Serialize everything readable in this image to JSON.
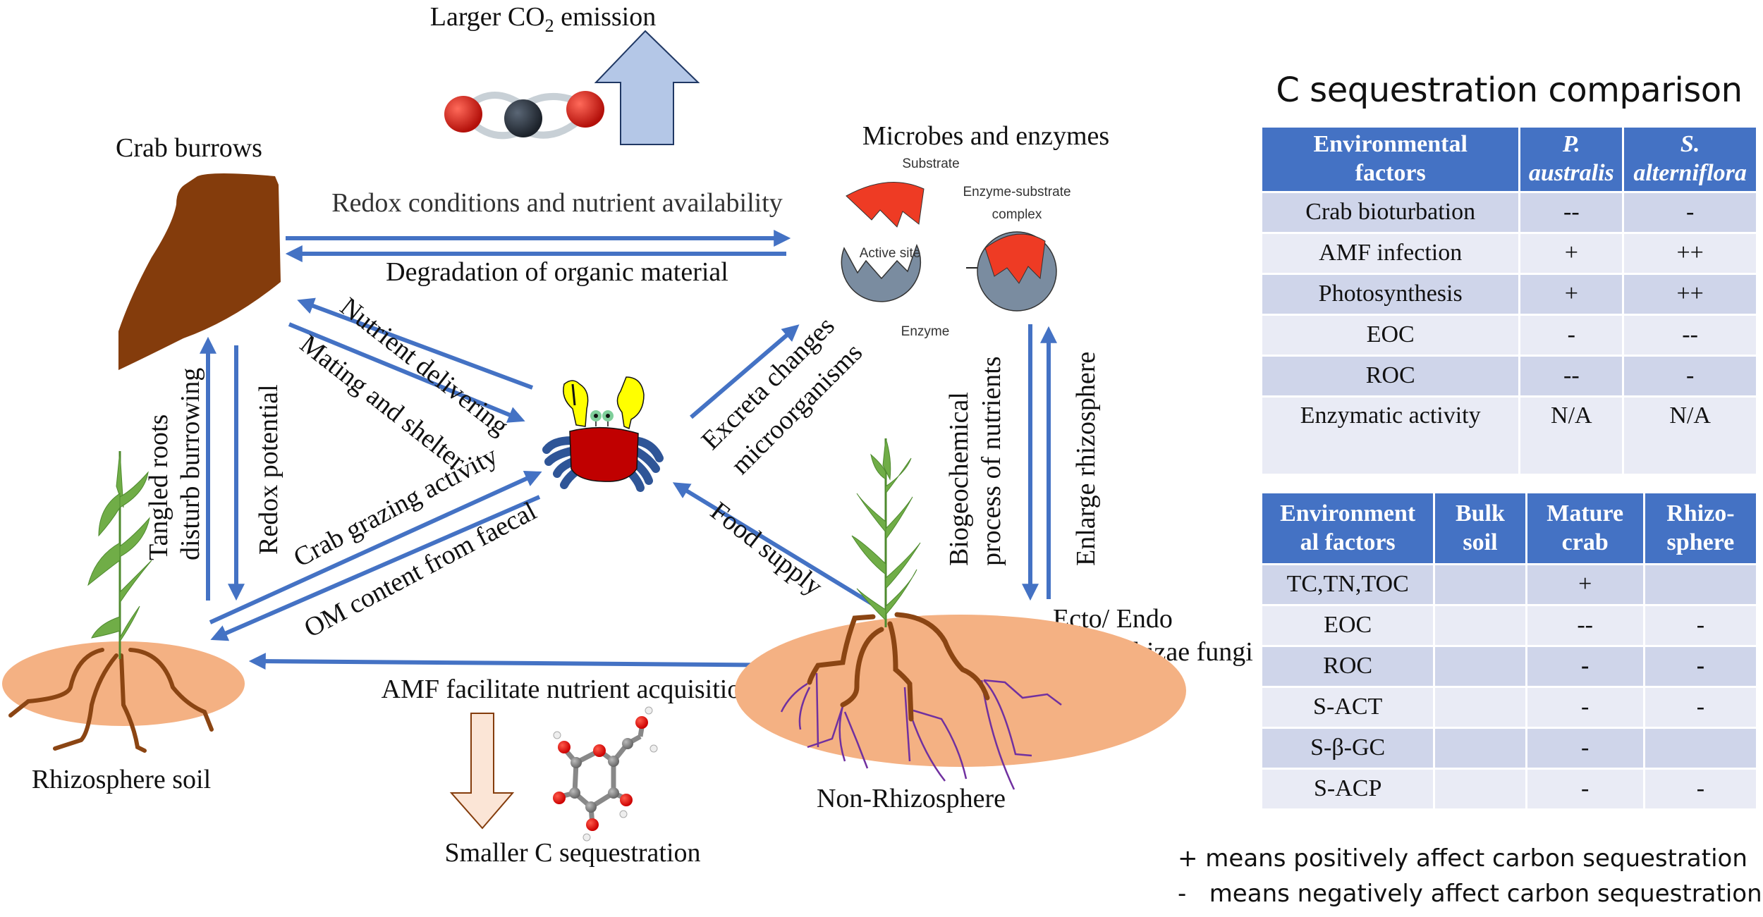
{
  "diagram": {
    "co2_label_pre": "Larger CO",
    "co2_label_sub": "2",
    "co2_label_post": " emission",
    "crab_burrows": "Crab burrows",
    "microbes_enzymes": "Microbes and enzymes",
    "enzyme_diagram": {
      "substrate": "Substrate",
      "active_site": "Active site",
      "enzyme": "Enzyme",
      "complex_line1": "Enzyme-substrate",
      "complex_line2": "complex"
    },
    "redox_conditions": "Redox conditions and nutrient availability",
    "degradation": "Degradation of organic material",
    "nutrient_delivering": "Nutrient delivering",
    "mating_shelter": "Mating and shelter",
    "tangled_roots_line1": "Tangled roots",
    "tangled_roots_line2": "disturb burrowing",
    "redox_potential": "Redox potential",
    "crab_grazing": "Crab grazing activity",
    "om_content": "OM content  from faecal",
    "excreta_line1": "Excreta changes",
    "excreta_line2": "microorganisms",
    "food_supply": "Food supply",
    "biogeochemical_line1": "Biogeochemical",
    "biogeochemical_line2": "process  of nutrients",
    "enlarge_rhizosphere": "Enlarge rhizosphere",
    "ecto_endo_line1": "Ecto/ Endo",
    "ecto_endo_line2": "Mycorrhizae  fungi",
    "amf_facilitate": "AMF facilitate nutrient acquisition",
    "rhizosphere_soil": "Rhizosphere  soil",
    "non_rhizosphere": "Non-Rhizosphere",
    "smaller_c": "Smaller C sequestration",
    "colors": {
      "arrow": "#4472C4",
      "burrow": "#843C0C",
      "soil": "#F4B183",
      "root": "#8B4513",
      "leaf": "#70AD47",
      "substrate": "#EE3B24",
      "enzyme": "#7A8CA0",
      "crab_body": "#C00000",
      "crab_claw": "#FFFF00",
      "crab_leg": "#2F5597"
    }
  },
  "table1": {
    "title": "C sequestration comparison",
    "headers": [
      {
        "line1": "Environmental",
        "line2": "factors"
      },
      {
        "line1": "P.",
        "line2": "australis"
      },
      {
        "line1": "S.",
        "line2": "alterniflora"
      }
    ],
    "rows": [
      [
        "Crab bioturbation",
        "--",
        "-"
      ],
      [
        "AMF infection",
        "+",
        "++"
      ],
      [
        "Photosynthesis",
        "+",
        "++"
      ],
      [
        "EOC",
        "-",
        "--"
      ],
      [
        "ROC",
        "--",
        "-"
      ],
      [
        "Enzymatic activity",
        "N/A",
        "N/A"
      ]
    ],
    "header_color": "#4472C4"
  },
  "table2": {
    "headers": [
      {
        "line1": "Environment",
        "line2": "al factors"
      },
      {
        "line1": "Bulk",
        "line2": "soil"
      },
      {
        "line1": "Mature",
        "line2": "crab"
      },
      {
        "line1": "Rhizo-",
        "line2": "sphere"
      }
    ],
    "rows": [
      [
        "TC,TN,TOC",
        "",
        "+",
        ""
      ],
      [
        "EOC",
        "",
        "--",
        "-"
      ],
      [
        "ROC",
        "",
        "-",
        "-"
      ],
      [
        "S-ACT",
        "",
        "-",
        "-"
      ],
      [
        "S-β-GC",
        "",
        "-",
        ""
      ],
      [
        "S-ACP",
        "",
        "-",
        "-"
      ]
    ]
  },
  "legend": {
    "positive": "+ means positively affect carbon sequestration",
    "negative": "-   means negatively affect carbon sequestration"
  }
}
